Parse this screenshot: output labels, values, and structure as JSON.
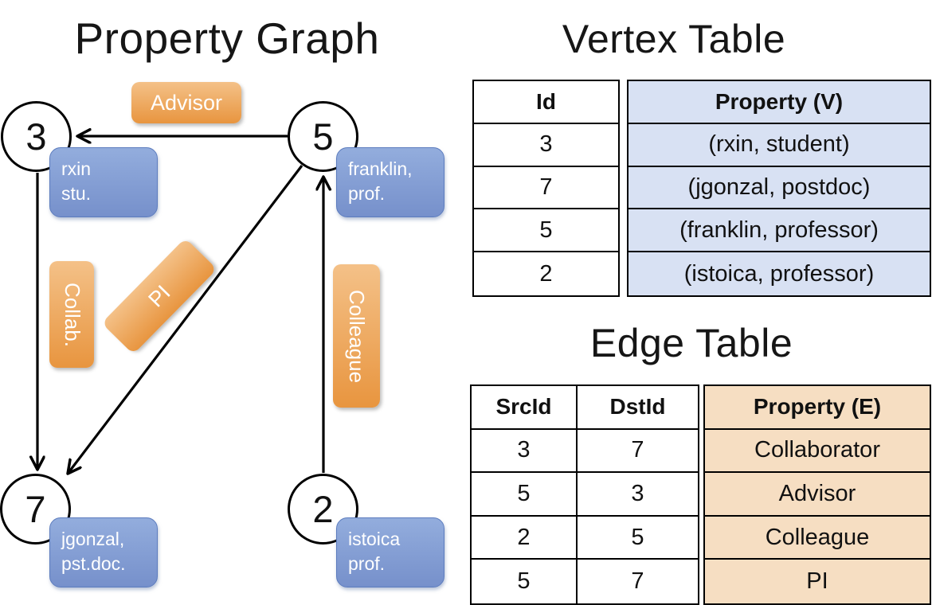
{
  "graph": {
    "title": "Property Graph",
    "nodes": [
      {
        "id": "3",
        "prop_line1": "rxin",
        "prop_line2": "stu."
      },
      {
        "id": "5",
        "prop_line1": "franklin,",
        "prop_line2": "prof."
      },
      {
        "id": "7",
        "prop_line1": "jgonzal,",
        "prop_line2": "pst.doc."
      },
      {
        "id": "2",
        "prop_line1": "istoica",
        "prop_line2": "prof."
      }
    ],
    "edge_labels": {
      "advisor": "Advisor",
      "collab": "Collab.",
      "pi": "PI",
      "colleague": "Colleague"
    }
  },
  "vertex_table": {
    "title": "Vertex Table",
    "columns": [
      "Id",
      "Property (V)"
    ],
    "rows": [
      [
        "3",
        "(rxin, student)"
      ],
      [
        "7",
        "(jgonzal, postdoc)"
      ],
      [
        "5",
        "(franklin, professor)"
      ],
      [
        "2",
        "(istoica, professor)"
      ]
    ]
  },
  "edge_table": {
    "title": "Edge Table",
    "columns": [
      "SrcId",
      "DstId",
      "Property (E)"
    ],
    "rows": [
      [
        "3",
        "7",
        "Collaborator"
      ],
      [
        "5",
        "3",
        "Advisor"
      ],
      [
        "2",
        "5",
        "Colleague"
      ],
      [
        "5",
        "7",
        "PI"
      ]
    ]
  },
  "colors": {
    "edge_label_orange_top": "#f4c188",
    "edge_label_orange_bottom": "#e8953f",
    "node_prop_blue_top": "#93addd",
    "node_prop_blue_bottom": "#7690cb",
    "vertex_prop_fill": "#d8e1f3",
    "edge_prop_fill": "#f6dec2",
    "line_color": "#000000"
  }
}
